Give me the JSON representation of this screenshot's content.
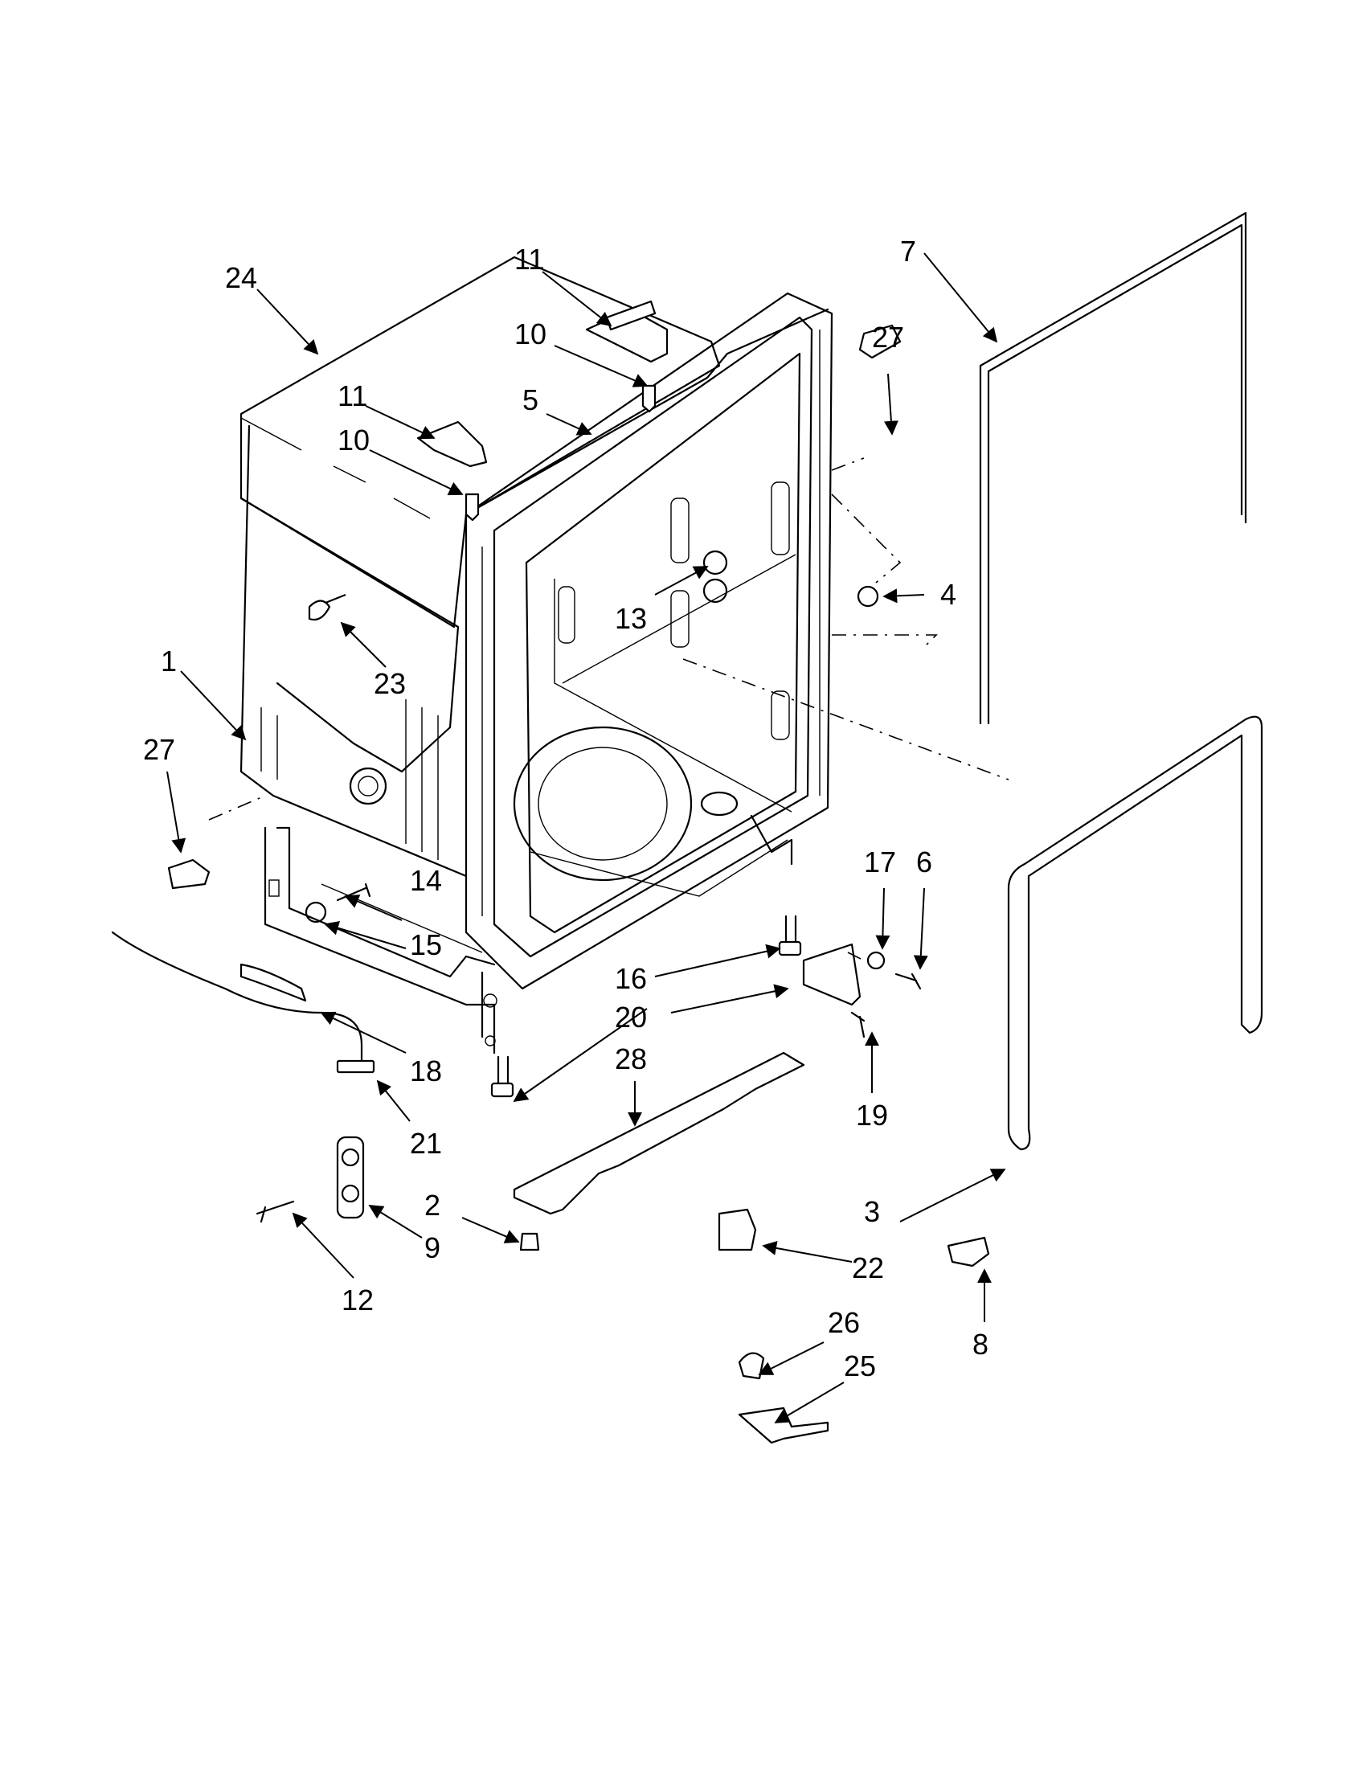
{
  "callouts": {
    "c1": "1",
    "c2": "2",
    "c3": "3",
    "c4": "4",
    "c5": "5",
    "c6": "6",
    "c7": "7",
    "c8": "8",
    "c9": "9",
    "c10a": "10",
    "c10b": "10",
    "c11a": "11",
    "c11b": "11",
    "c12": "12",
    "c13": "13",
    "c14": "14",
    "c15": "15",
    "c16a": "16",
    "c17": "17",
    "c18": "18",
    "c19": "19",
    "c20": "20",
    "c21": "21",
    "c22": "22",
    "c23": "23",
    "c24": "24",
    "c25": "25",
    "c26": "26",
    "c27a": "27",
    "c27b": "27",
    "c28": "28"
  },
  "colors": {
    "ink": "#000000",
    "paper": "#ffffff"
  }
}
